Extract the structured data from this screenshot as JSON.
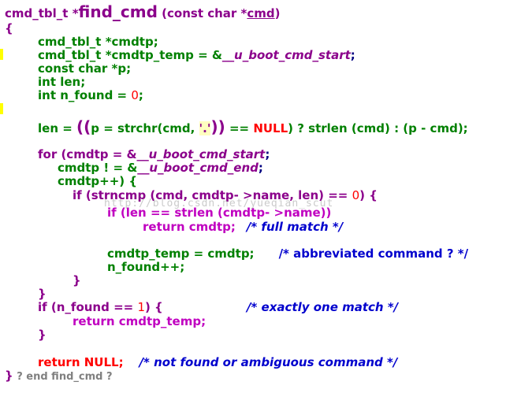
{
  "code": {
    "sig_ret": "cmd_tbl_t *",
    "sig_name": "find_cmd",
    "sig_args_open": " (const char *",
    "sig_arg": "cmd",
    "sig_args_close": ")",
    "brace_open": "{",
    "l1": "cmd_tbl_t *cmdtp;",
    "l2a": "cmd_tbl_t *cmdtp_temp = &",
    "l2b": "__u_boot_cmd_start",
    "l2c": ";",
    "l3": "const char *p;",
    "l4": "int len;",
    "l5a": "int n_found = ",
    "l5b": "0",
    "l5c": ";",
    "l6a": "len = ",
    "l6b": "((",
    "l6c": "p = strchr(cmd, ",
    "l6d": "'.'",
    "l6e": "))",
    "l6f": " == ",
    "l6g": "NULL",
    "l6h": ") ? strlen (cmd) : (p - cmd);",
    "l7a": "for (cmdtp = &",
    "l7b": "__u_boot_cmd_start",
    "l7c": ";",
    "l8a": "cmdtp ! = &",
    "l8b": "__u_boot_cmd_end",
    "l8c": ";",
    "l9": "cmdtp++) {",
    "l10a": "if (strncmp (cmd, cmdtp- >name, len) == ",
    "l10b": "0",
    "l10c": ") {",
    "l11": "if (len == strlen (cmdtp- >name))",
    "l12a": "return cmdtp;",
    "l12b": "/* full match */",
    "l13a": "cmdtp_temp = cmdtp;",
    "l13b": "/* abbreviated command ? */",
    "l14": "n_found++;",
    "l15": "}",
    "l16": "}",
    "l17a": "if (n_found == ",
    "l17b": "1",
    "l17c": ") {",
    "l17d": "/* exactly one match */",
    "l18": "return cmdtp_temp;",
    "l19": "}",
    "l20a": "return NULL;",
    "l20b": "/* not found or ambiguous command */",
    "l21a": "}",
    "l21b": " ? end find_cmd ?"
  },
  "watermark": "http://blog.csdn.net/yueqian_scut",
  "colors": {
    "keyword": "#8b008b",
    "identifier": "#008000",
    "comment": "#0000cd",
    "literal": "#ff0000",
    "highlight": "#ffff00"
  }
}
